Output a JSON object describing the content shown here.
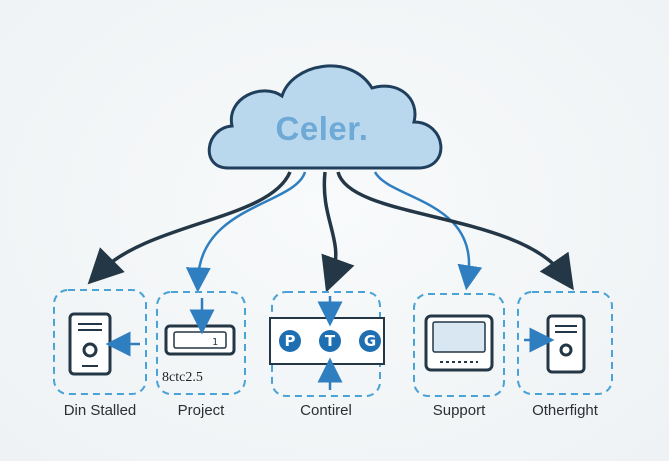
{
  "cloud": {
    "title": "Celer."
  },
  "nodes": [
    {
      "label": "Din Stalled",
      "icon": "tower-device-icon"
    },
    {
      "label": "Project",
      "icon": "card-device-icon",
      "caption": "8ctc2.5",
      "card_mark": "1"
    },
    {
      "label": "Contirel",
      "icon": "control-buttons-icon",
      "buttons": [
        "P",
        "T",
        "G"
      ]
    },
    {
      "label": "Support",
      "icon": "monitor-icon"
    },
    {
      "label": "Otherfight",
      "icon": "tower-device-icon"
    }
  ],
  "colors": {
    "cloud_fill": "#b9d8ee",
    "cloud_stroke": "#1f3f5c",
    "dark_arrow": "#243746",
    "blue_arrow": "#2f7fc0",
    "dashed_box": "#4aa3d6",
    "button_fill": "#1e6fb2"
  }
}
